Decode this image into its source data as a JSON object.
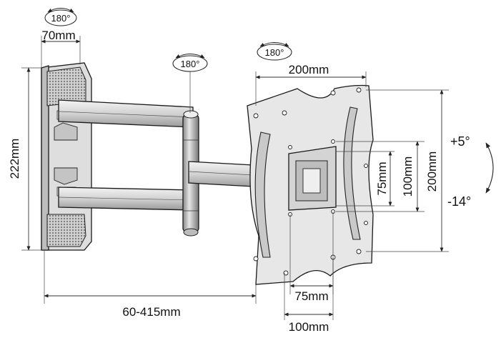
{
  "rotation_badges": {
    "wall_plate": "180°",
    "arm_joint": "180°",
    "head": "180°"
  },
  "dimensions": {
    "wall_plate_width": "70mm",
    "wall_plate_height": "222mm",
    "extension": "60-415mm",
    "plate_top_width": "200mm",
    "plate_right_height": "200mm",
    "vertical_inner_100": "100mm",
    "vertical_inner_75": "75mm",
    "bottom_75": "75mm",
    "bottom_100": "100mm"
  },
  "tilt": {
    "up": "+5°",
    "down": "-14°"
  }
}
